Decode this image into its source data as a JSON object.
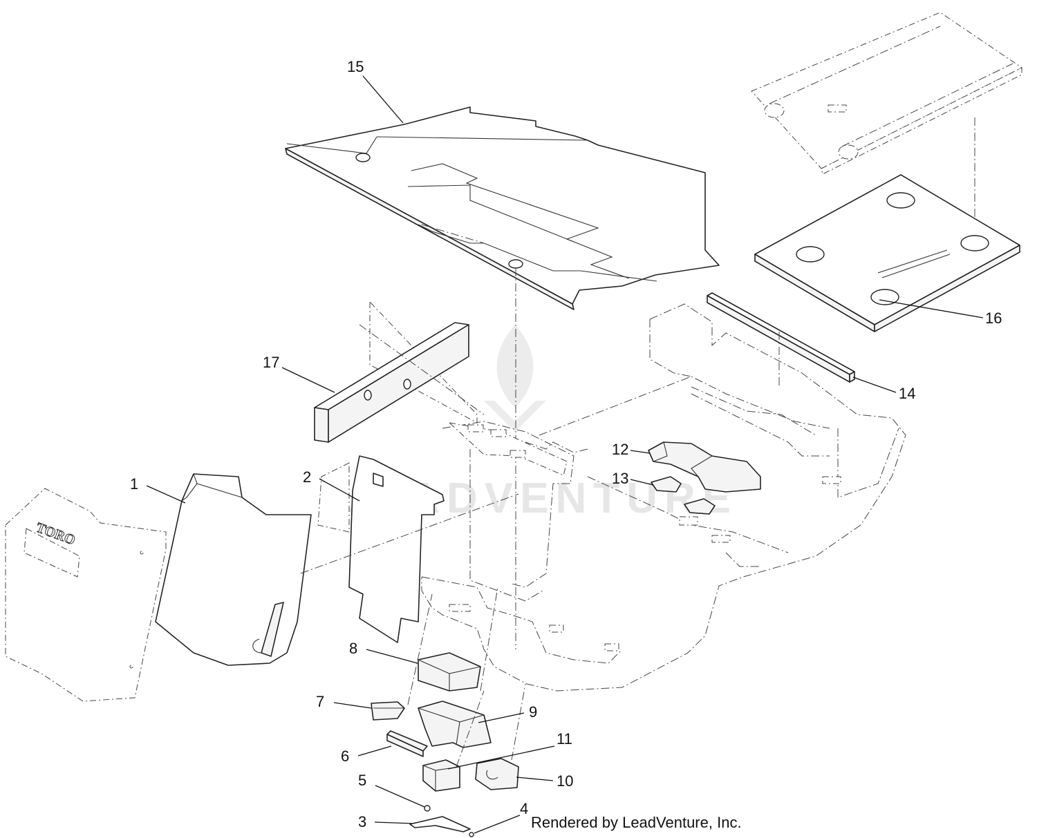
{
  "footer": {
    "text": "Rendered by LeadVenture, Inc."
  },
  "watermark": {
    "text": "LEADVENTURE",
    "color": "#e6e6e6"
  },
  "logo": {
    "text": "TORO"
  },
  "callouts": [
    {
      "id": "1",
      "label": "1"
    },
    {
      "id": "2",
      "label": "2"
    },
    {
      "id": "3",
      "label": "3"
    },
    {
      "id": "4",
      "label": "4"
    },
    {
      "id": "5",
      "label": "5"
    },
    {
      "id": "6",
      "label": "6"
    },
    {
      "id": "7",
      "label": "7"
    },
    {
      "id": "8",
      "label": "8"
    },
    {
      "id": "9",
      "label": "9"
    },
    {
      "id": "10",
      "label": "10"
    },
    {
      "id": "11",
      "label": "11"
    },
    {
      "id": "12",
      "label": "12"
    },
    {
      "id": "13",
      "label": "13"
    },
    {
      "id": "14",
      "label": "14"
    },
    {
      "id": "15",
      "label": "15"
    },
    {
      "id": "16",
      "label": "16"
    },
    {
      "id": "17",
      "label": "17"
    }
  ]
}
